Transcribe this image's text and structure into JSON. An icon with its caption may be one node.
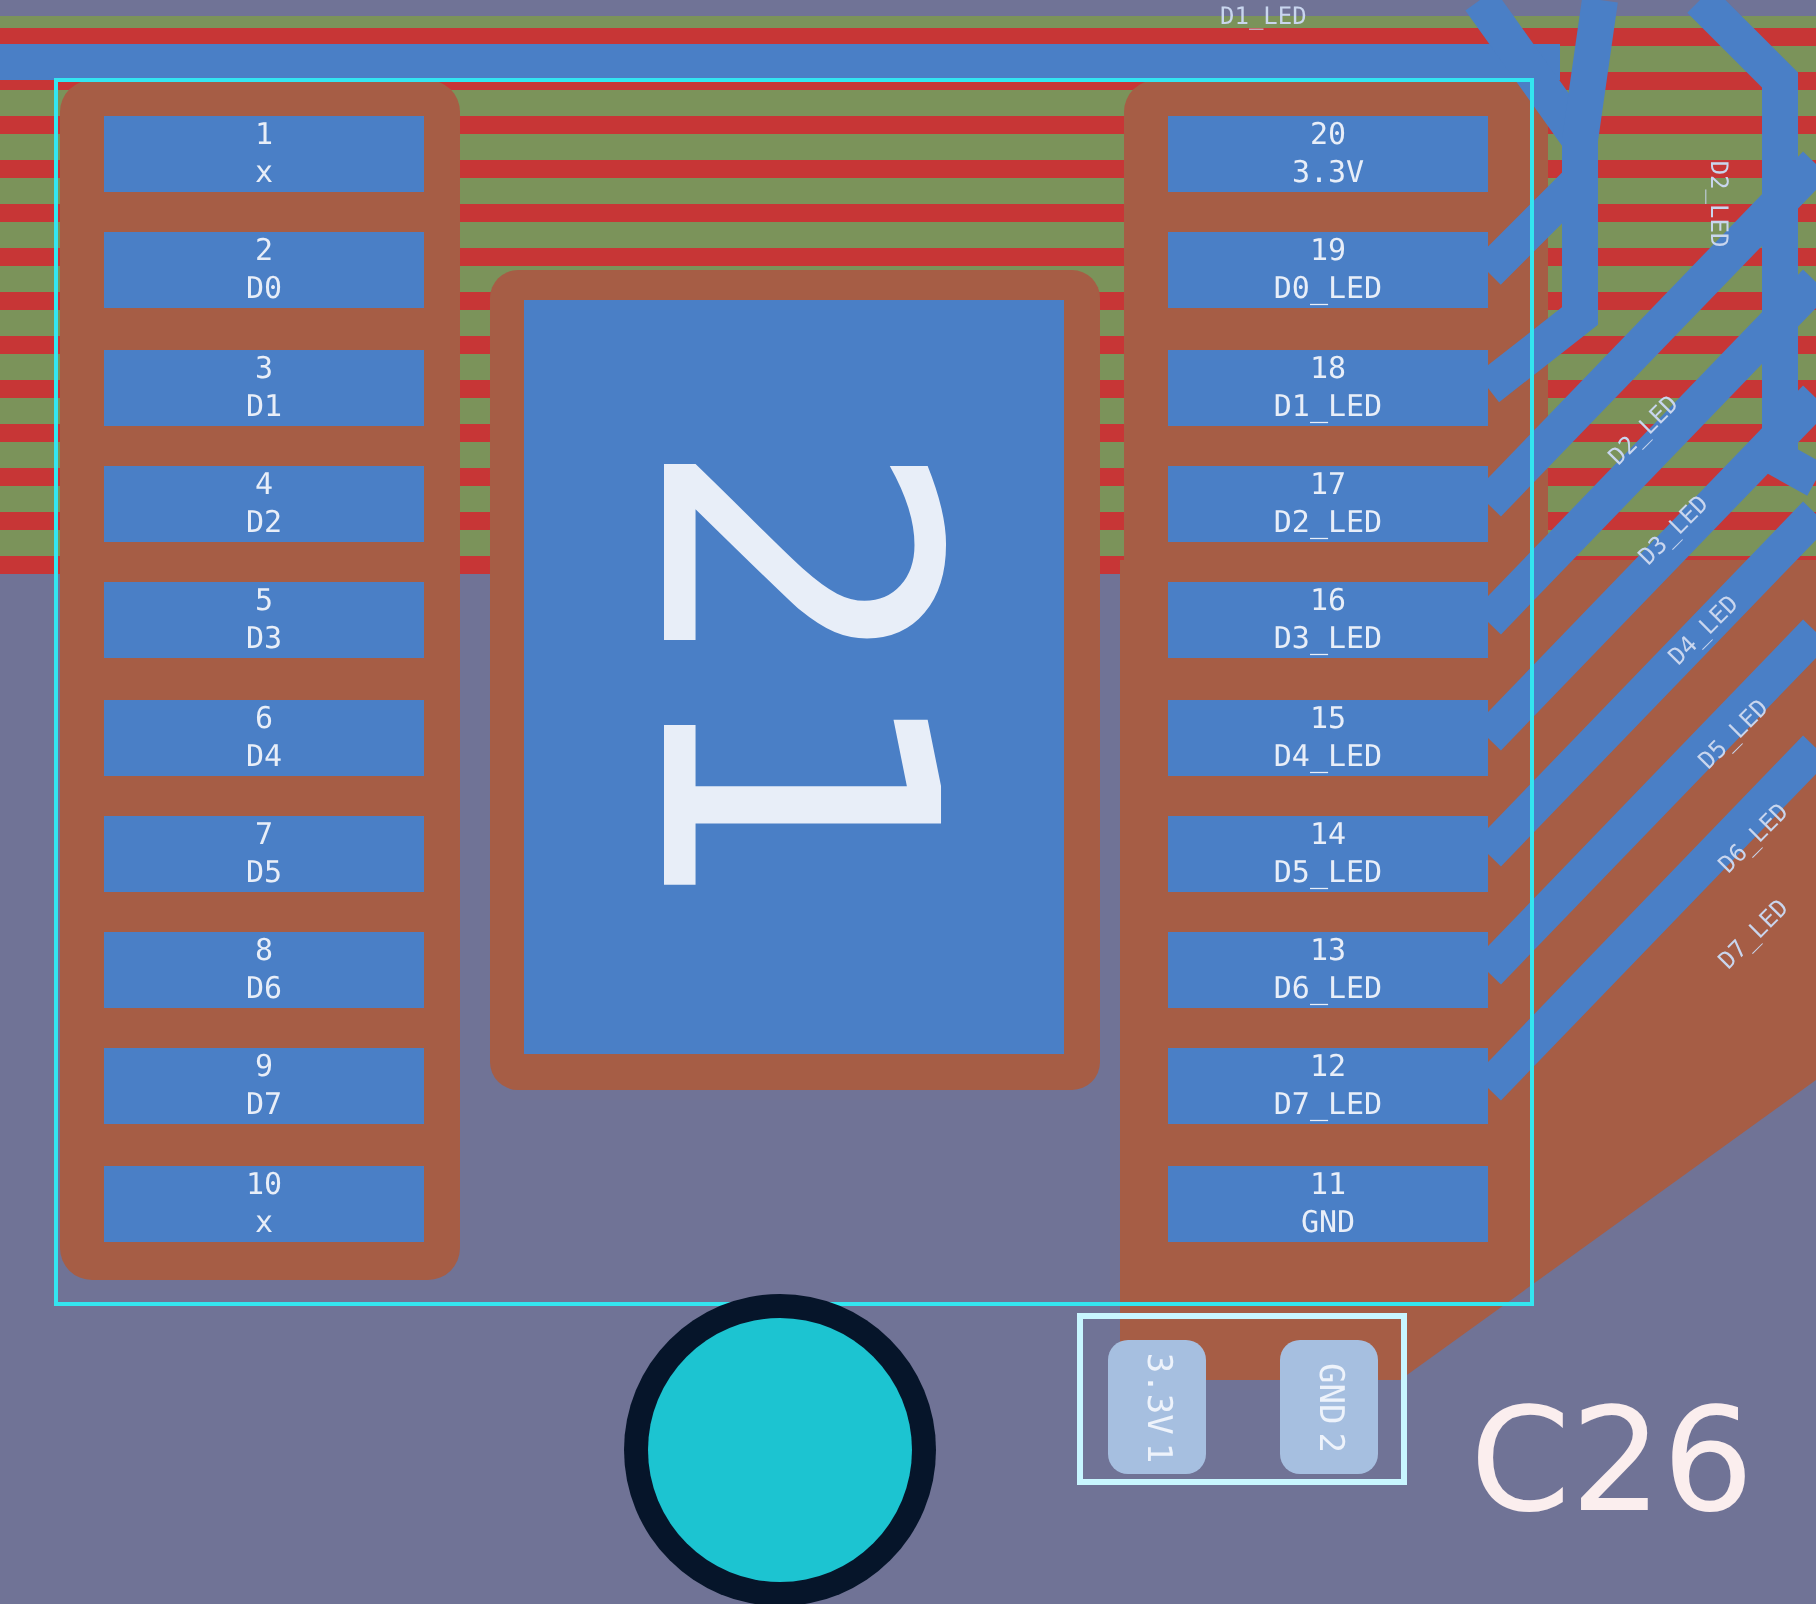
{
  "diagram": {
    "nodes": [
      {
        "text": [
          "1",
          "x"
        ]
      },
      {
        "text": [
          "2",
          "D0"
        ]
      },
      {
        "text": [
          "3",
          "D1"
        ]
      },
      {
        "text": [
          "4",
          "D2"
        ]
      },
      {
        "text": [
          "5",
          "D3"
        ]
      },
      {
        "text": [
          "6",
          "D4"
        ]
      },
      {
        "text": [
          "7",
          "D5"
        ]
      },
      {
        "text": [
          "8",
          "D6"
        ]
      },
      {
        "text": [
          "9",
          "D7"
        ]
      },
      {
        "text": [
          "10",
          "x"
        ]
      },
      {
        "text": [
          "20",
          "3.3V"
        ]
      },
      {
        "text": [
          "19",
          "D0_LED"
        ]
      },
      {
        "text": [
          "18",
          "D1_LED"
        ]
      },
      {
        "text": [
          "17",
          "D2_LED"
        ]
      },
      {
        "text": [
          "16",
          "D3_LED"
        ]
      },
      {
        "text": [
          "15",
          "D4_LED"
        ]
      },
      {
        "text": [
          "14",
          "D5_LED"
        ]
      },
      {
        "text": [
          "13",
          "D6_LED"
        ]
      },
      {
        "text": [
          "12",
          "D7_LED"
        ]
      },
      {
        "text": [
          "11",
          "GND"
        ]
      },
      {
        "text": [
          "21"
        ]
      },
      {
        "text": [
          "1",
          "3.3V"
        ]
      },
      {
        "text": [
          "2",
          "GND"
        ]
      }
    ],
    "labels": [
      "D1_LED",
      "D2_LED",
      "D2_LED",
      "D3_LED",
      "D4_LED",
      "D5_LED",
      "D6_LED",
      "D7_LED",
      "C26"
    ]
  }
}
